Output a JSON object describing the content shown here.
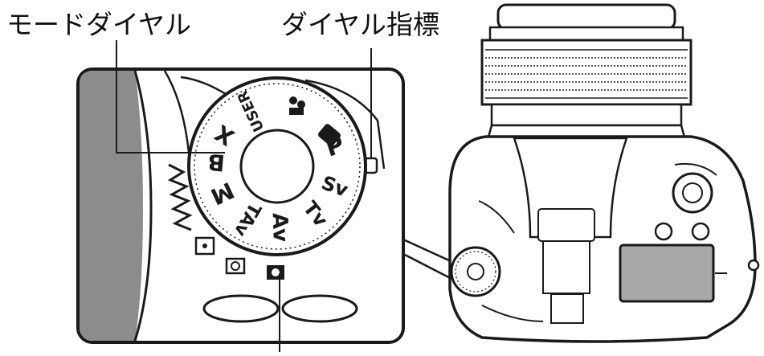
{
  "labels": {
    "mode_dial": "モードダイヤル",
    "dial_index": "ダイヤル指標"
  },
  "dial": {
    "positions": [
      "P",
      "Sv",
      "Tv",
      "Av",
      "TAv",
      "M",
      "B",
      "X",
      "USER"
    ]
  },
  "colors": {
    "ink": "#1a1a1a",
    "panel_gray": "#8c8c8c",
    "paper": "#ffffff"
  },
  "icons": {
    "auto_mode": "filled-rounded-square-icon",
    "scene_mode": "camera-scene-icon",
    "metering_spot": "spot-metering-icon",
    "metering_center": "center-weighted-metering-icon",
    "metering_multi": "multi-segment-metering-icon"
  }
}
